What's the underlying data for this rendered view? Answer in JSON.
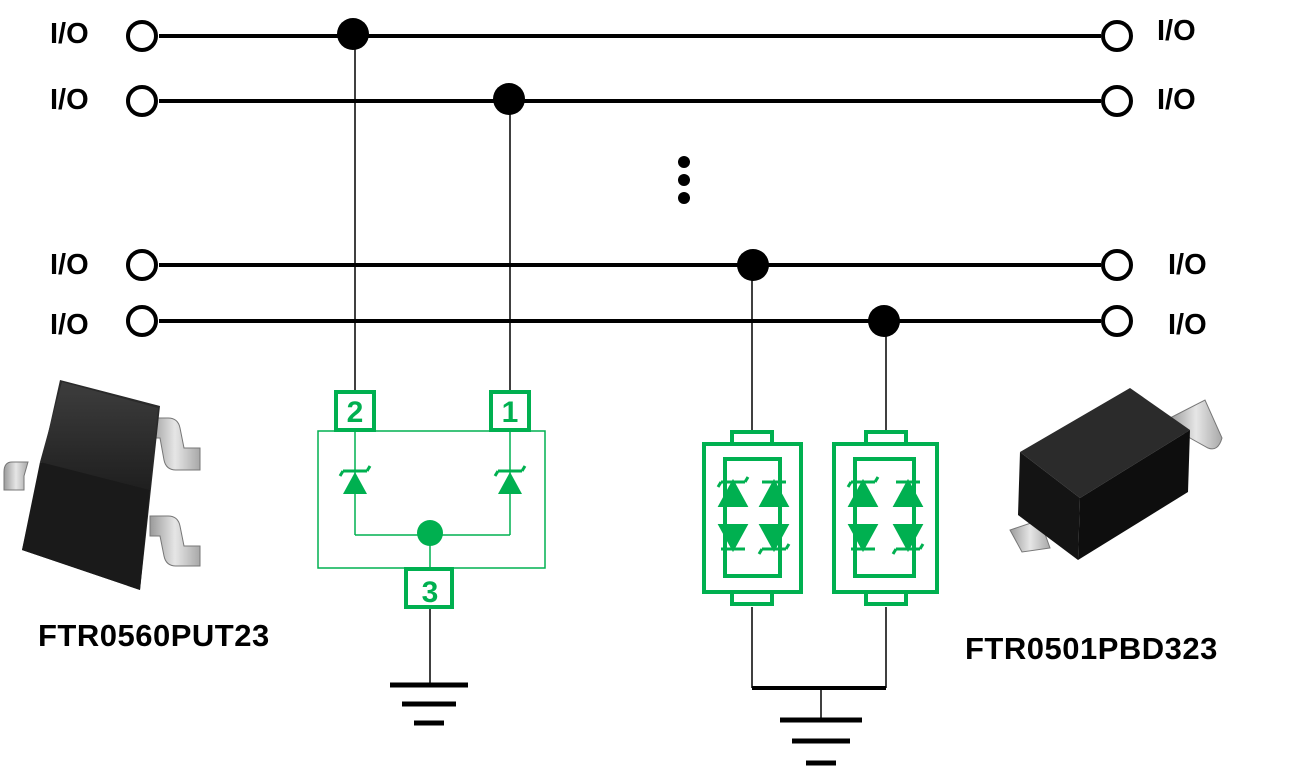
{
  "io_label": "I/O",
  "pins": {
    "p1": "1",
    "p2": "2",
    "p3": "3"
  },
  "parts": {
    "left_part": "FTR0560PUT23",
    "right_part": "FTR0501PBD323"
  },
  "colors": {
    "wire": "#000000",
    "device": "#00b050",
    "background": "#ffffff"
  }
}
